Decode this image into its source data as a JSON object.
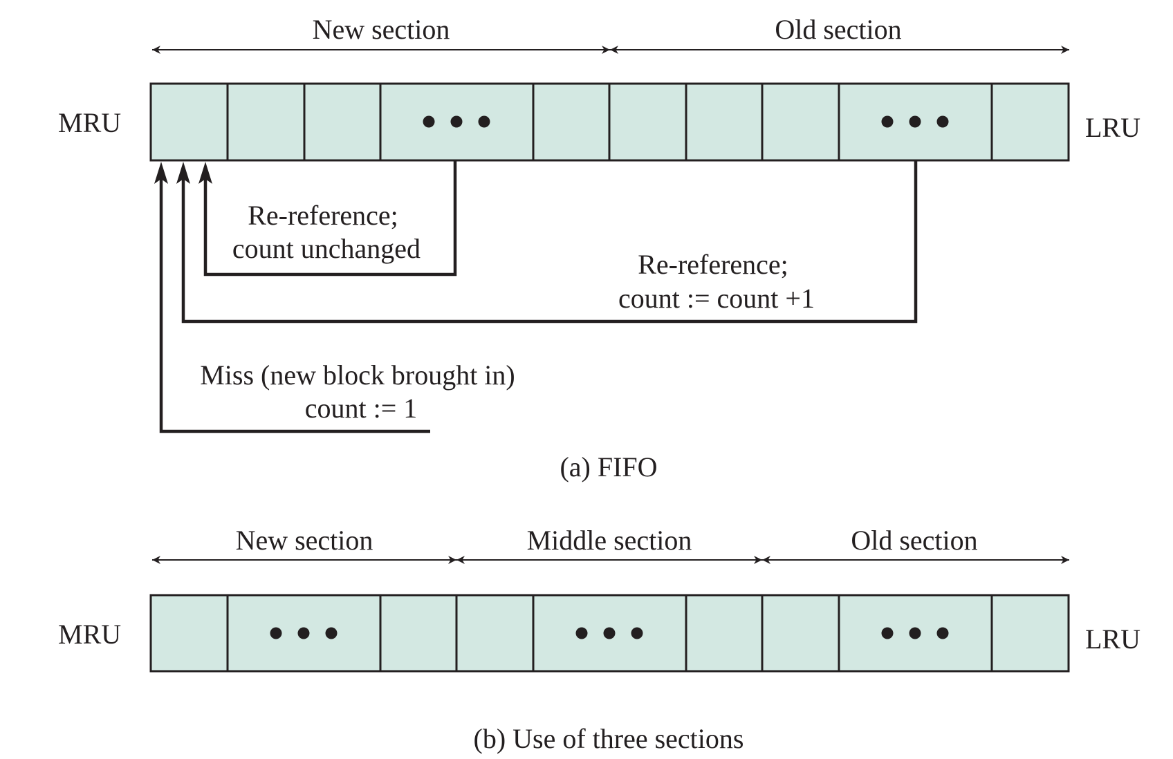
{
  "panel_a": {
    "sections": {
      "new": "New section",
      "old": "Old section"
    },
    "mru_label": "MRU",
    "lru_label": "LRU",
    "rereference_unchanged": {
      "line1": "Re-reference;",
      "line2": "count unchanged"
    },
    "rereference_increment": {
      "line1": "Re-reference;",
      "line2": "count := count +1"
    },
    "miss": {
      "line1": "Miss (new block brought in)",
      "line2": "count := 1"
    },
    "caption": "(a)  FIFO"
  },
  "panel_b": {
    "sections": {
      "new": "New section",
      "middle": "Middle section",
      "old": "Old section"
    },
    "mru_label": "MRU",
    "lru_label": "LRU",
    "caption": "(b)  Use of three sections"
  },
  "colors": {
    "cell_fill": "#d3e8e2",
    "line": "#231f20"
  }
}
